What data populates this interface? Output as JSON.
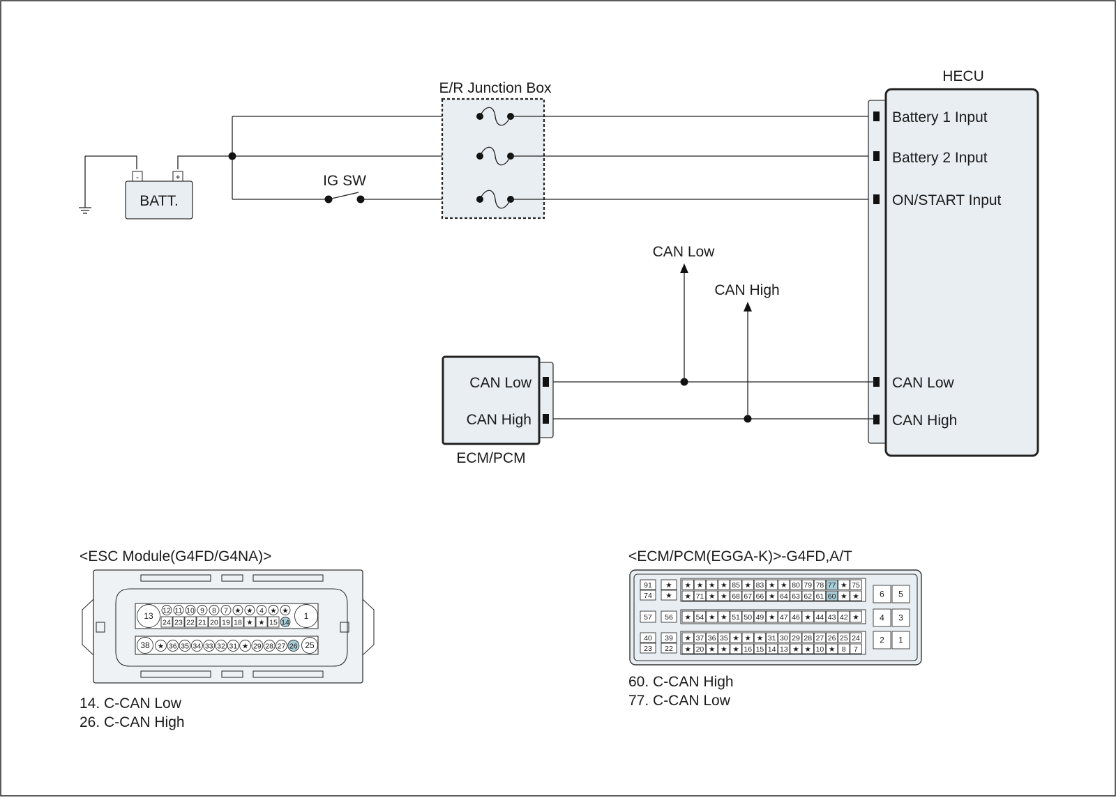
{
  "diagram": {
    "battery": {
      "label": "BATT.",
      "minus": "-",
      "plus": "+"
    },
    "junction_box": {
      "label": "E/R Junction Box"
    },
    "ig_switch": {
      "label": "IG SW"
    },
    "hecu": {
      "title": "HECU",
      "pins": [
        "Battery 1 Input",
        "Battery 2 Input",
        "ON/START Input",
        "CAN Low",
        "CAN High"
      ]
    },
    "ecm": {
      "title": "ECM/PCM",
      "pins": [
        "CAN Low",
        "CAN High"
      ]
    },
    "arrows": [
      "CAN Low",
      "CAN High"
    ]
  },
  "connectors": {
    "esc": {
      "title": "<ESC Module(G4FD/G4NA)>",
      "row1": [
        "12",
        "11",
        "10",
        "9",
        "8",
        "7",
        "★",
        "★",
        "4",
        "★",
        "★"
      ],
      "row2": [
        "24",
        "23",
        "22",
        "21",
        "20",
        "19",
        "18",
        "★",
        "★",
        "15",
        "14"
      ],
      "row3": [
        "★",
        "36",
        "35",
        "34",
        "33",
        "32",
        "31",
        "★",
        "29",
        "28",
        "27",
        "26"
      ],
      "big": [
        "13",
        "1",
        "38",
        "25"
      ],
      "highlight": [
        "14",
        "26"
      ],
      "notes": [
        "14. C-CAN Low",
        "26. C-CAN High"
      ]
    },
    "ecm": {
      "title": "<ECM/PCM(EGGA-K)>-G4FD,A/T",
      "left_col": [
        [
          "91",
          "74"
        ],
        [
          "57",
          ""
        ],
        [
          "40",
          "23"
        ]
      ],
      "col2": [
        [
          "★",
          "★"
        ],
        [
          "56",
          ""
        ],
        [
          "39",
          "22"
        ]
      ],
      "g1r1": [
        "★",
        "★",
        "★",
        "★",
        "85",
        "★",
        "83",
        "★",
        "★",
        "80",
        "79",
        "78",
        "77",
        "★",
        "75"
      ],
      "g1r2": [
        "★",
        "71",
        "★",
        "★",
        "68",
        "67",
        "66",
        "★",
        "64",
        "63",
        "62",
        "61",
        "60",
        "★",
        "★"
      ],
      "g2": [
        "★",
        "54",
        "★",
        "★",
        "51",
        "50",
        "49",
        "★",
        "47",
        "46",
        "★",
        "44",
        "43",
        "42",
        "★"
      ],
      "g3r1": [
        "★",
        "37",
        "36",
        "35",
        "★",
        "★",
        "★",
        "31",
        "30",
        "29",
        "28",
        "27",
        "26",
        "25",
        "24"
      ],
      "g3r2": [
        "★",
        "20",
        "★",
        "★",
        "★",
        "16",
        "15",
        "14",
        "13",
        "★",
        "★",
        "10",
        "★",
        "8",
        "7"
      ],
      "right": [
        [
          "6",
          "5"
        ],
        [
          "4",
          "3"
        ],
        [
          "2",
          "1"
        ]
      ],
      "highlight": [
        "77",
        "60"
      ],
      "notes": [
        "60. C-CAN High",
        "77. C-CAN Low"
      ]
    }
  }
}
